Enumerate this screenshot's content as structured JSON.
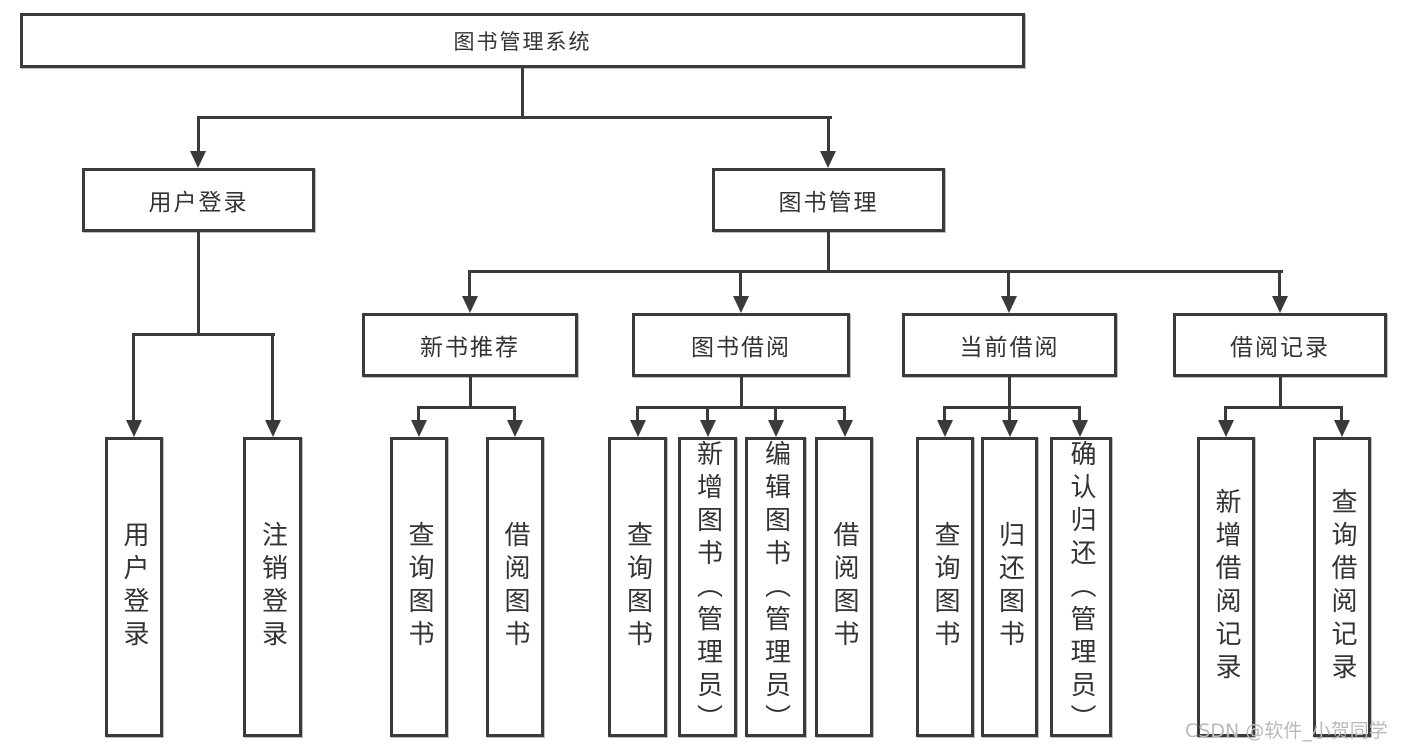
{
  "title": "图书管理系统",
  "nodes": {
    "user_login": "用户登录",
    "book_management": "图书管理",
    "new_book_recommend": "新书推荐",
    "book_borrow": "图书借阅",
    "current_borrow": "当前借阅",
    "borrow_records": "借阅记录"
  },
  "leaves": {
    "user_login": "用户登录",
    "logout": "注销登录",
    "nb_query": "查询图书",
    "nb_borrow": "借阅图书",
    "bb_query": "查询图书",
    "bb_add": "新增图书（管理员）",
    "bb_edit": "编辑图书（管理员）",
    "bb_borrow": "借阅图书",
    "cb_query": "查询图书",
    "cb_return": "归还图书",
    "cb_confirm": "确认归还（管理员）",
    "br_add": "新增借阅记录",
    "br_query": "查询借阅记录"
  },
  "watermark": "CSDN @软件_小贺同学",
  "colors": {
    "line": "#3a3a3a",
    "text": "#333333",
    "watermark": "#bababa",
    "background": "#ffffff"
  }
}
